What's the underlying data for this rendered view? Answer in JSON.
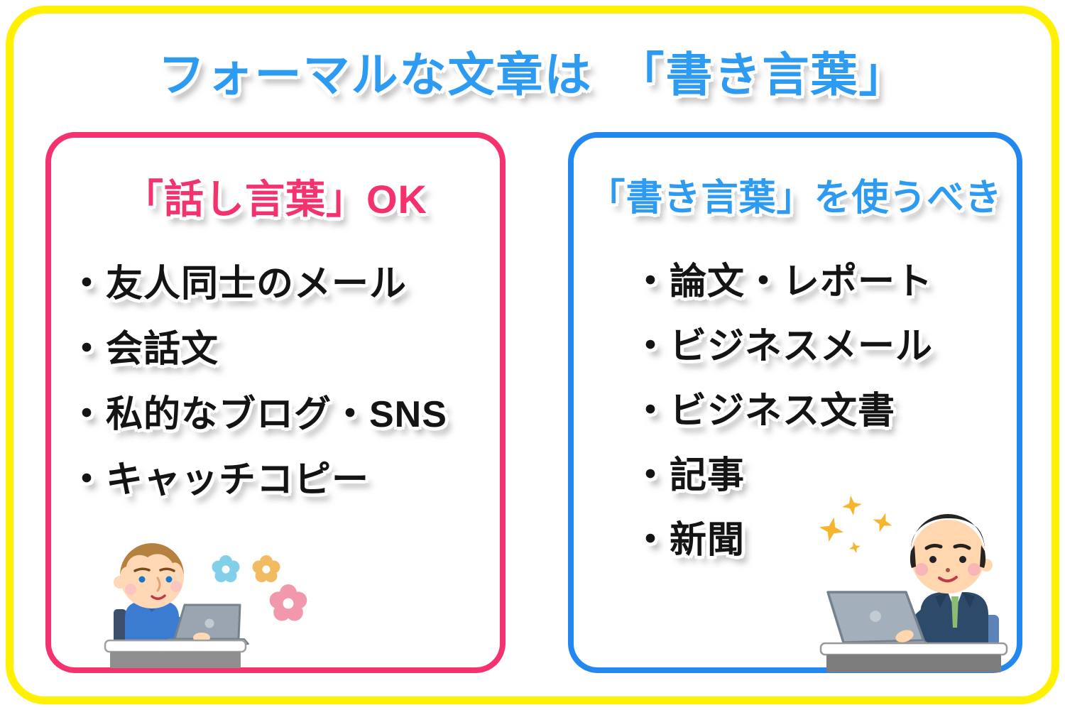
{
  "page": {
    "title": "フォーマルな文章は　「書き言葉」",
    "colors": {
      "frame_yellow": "#FFF100",
      "title_blue": "#2E9BF3",
      "spoken_pink": "#F4326E",
      "written_blue": "#2288EF",
      "list_black": "#141414"
    }
  },
  "left_box": {
    "header": "「話し言葉」OK",
    "items": [
      "・友人同士のメール",
      "・会話文",
      "・私的なブログ・SNS",
      "・キャッチコピー"
    ],
    "illustration": "casual-person-typing-on-laptop-with-flowers"
  },
  "right_box": {
    "header": "「書き言葉」を使うべき",
    "items": [
      "・論文・レポート",
      "・ビジネスメール",
      "・ビジネス文書",
      "・記事",
      "・新聞"
    ],
    "illustration": "businessman-typing-on-laptop-with-sparkles"
  }
}
